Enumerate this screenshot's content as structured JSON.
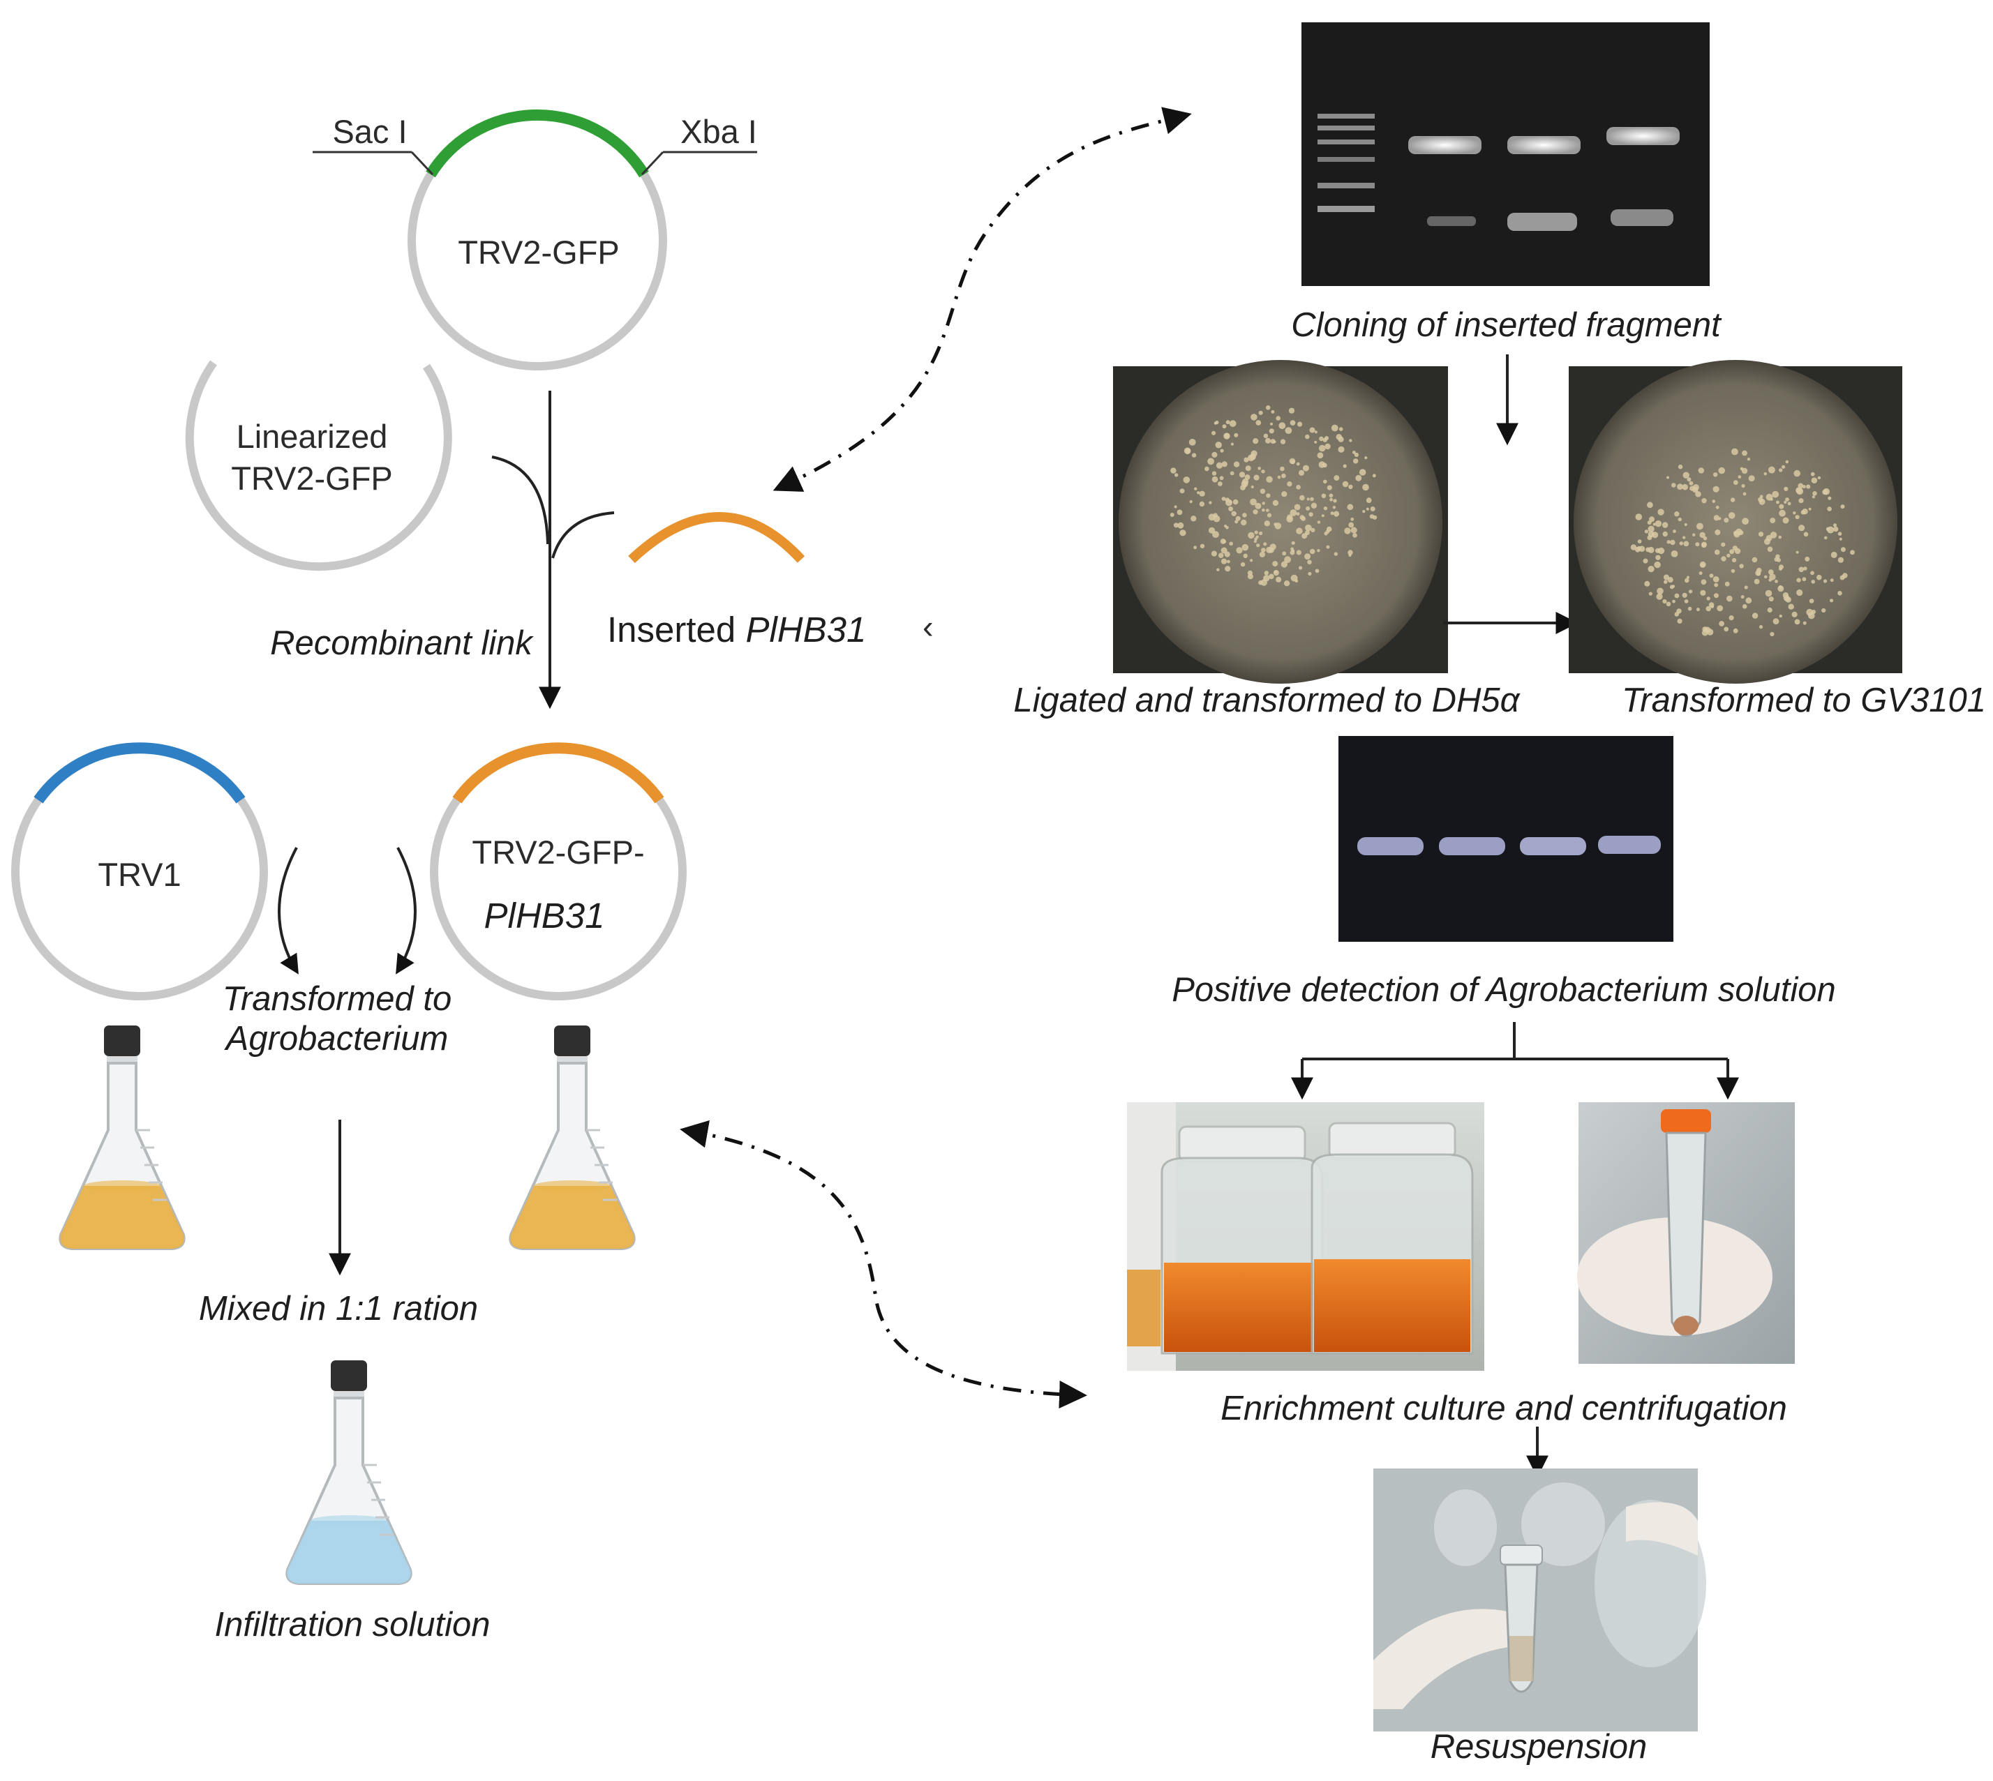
{
  "plasmids": {
    "trv2_gfp": {
      "name": "TRV2-GFP",
      "left_site": "Sac I",
      "right_site": "Xba I"
    },
    "linearized": {
      "line1": "Linearized",
      "line2": "TRV2-GFP"
    },
    "insert": {
      "prefix": "Inserted ",
      "gene": "PlHB31"
    },
    "trv1": {
      "name": "TRV1"
    },
    "trv2_gfp_insert": {
      "line1": "TRV2-GFP-",
      "line2": "PlHB31"
    }
  },
  "steps": {
    "recombinant_link": "Recombinant link",
    "transformed_agro_line1": "Transformed to",
    "transformed_agro_line2": "Agrobacterium",
    "mixed": "Mixed in 1:1 ration",
    "infiltration": "Infiltration solution"
  },
  "photos": {
    "cloning": "Cloning of inserted fragment",
    "ligated": "Ligated and transformed to DH5α",
    "transformed_gv": "Transformed to GV3101",
    "positive_detection": "Positive detection of Agrobacterium solution",
    "enrichment": "Enrichment culture and centrifugation",
    "resuspension": "Resuspension"
  },
  "colors": {
    "insert_orange": "#e8922e",
    "gfp_green": "#2f9e34",
    "trv1_blue": "#2f7fc4",
    "plasmid_gray": "#c8c8c8",
    "broth_amber": "#e9b24a",
    "infiltration_blue": "#a9d3ea",
    "gel_background": "#1b1b1b",
    "orange_culture": "#e06a14"
  },
  "icons": [
    "flask-icon",
    "centrifuge-tube-icon",
    "gel-band-icon",
    "petri-dish-icon"
  ]
}
